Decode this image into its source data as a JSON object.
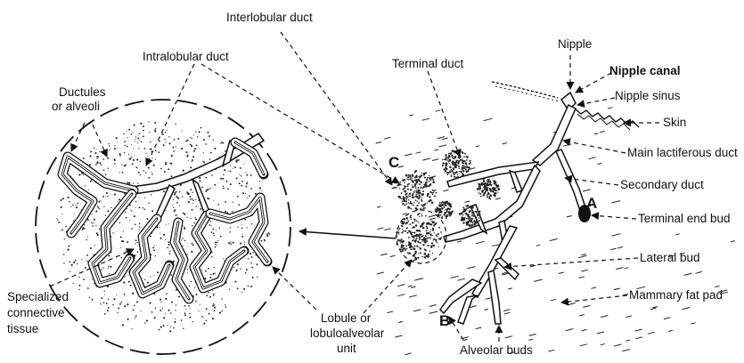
{
  "labels": {
    "interlobular_duct": "Interlobular duct",
    "intralobular_duct": "Intralobular duct",
    "ductules_line1": "Ductules",
    "ductules_line2": "or alveoli",
    "terminal_duct": "Terminal duct",
    "nipple": "Nipple",
    "nipple_canal": "Nipple canal",
    "nipple_sinus": "Nipple sinus",
    "skin": "Skin",
    "main_lactiferous_duct": "Main lactiferous duct",
    "secondary_duct": "Secondary duct",
    "terminal_end_bud": "Terminal end bud",
    "lateral_bud": "Lateral bud",
    "mammary_fat_pad": "Mammary fat pad",
    "alveolar_buds": "Alveolar buds",
    "lobule_line1": "Lobule or",
    "lobule_line2": "lobuloalveolar",
    "lobule_line3": "unit",
    "specialized_line1": "Specialized",
    "specialized_line2": "connective",
    "specialized_line3": "tissue"
  },
  "markers": {
    "a": "A",
    "b": "B",
    "c": "C"
  }
}
